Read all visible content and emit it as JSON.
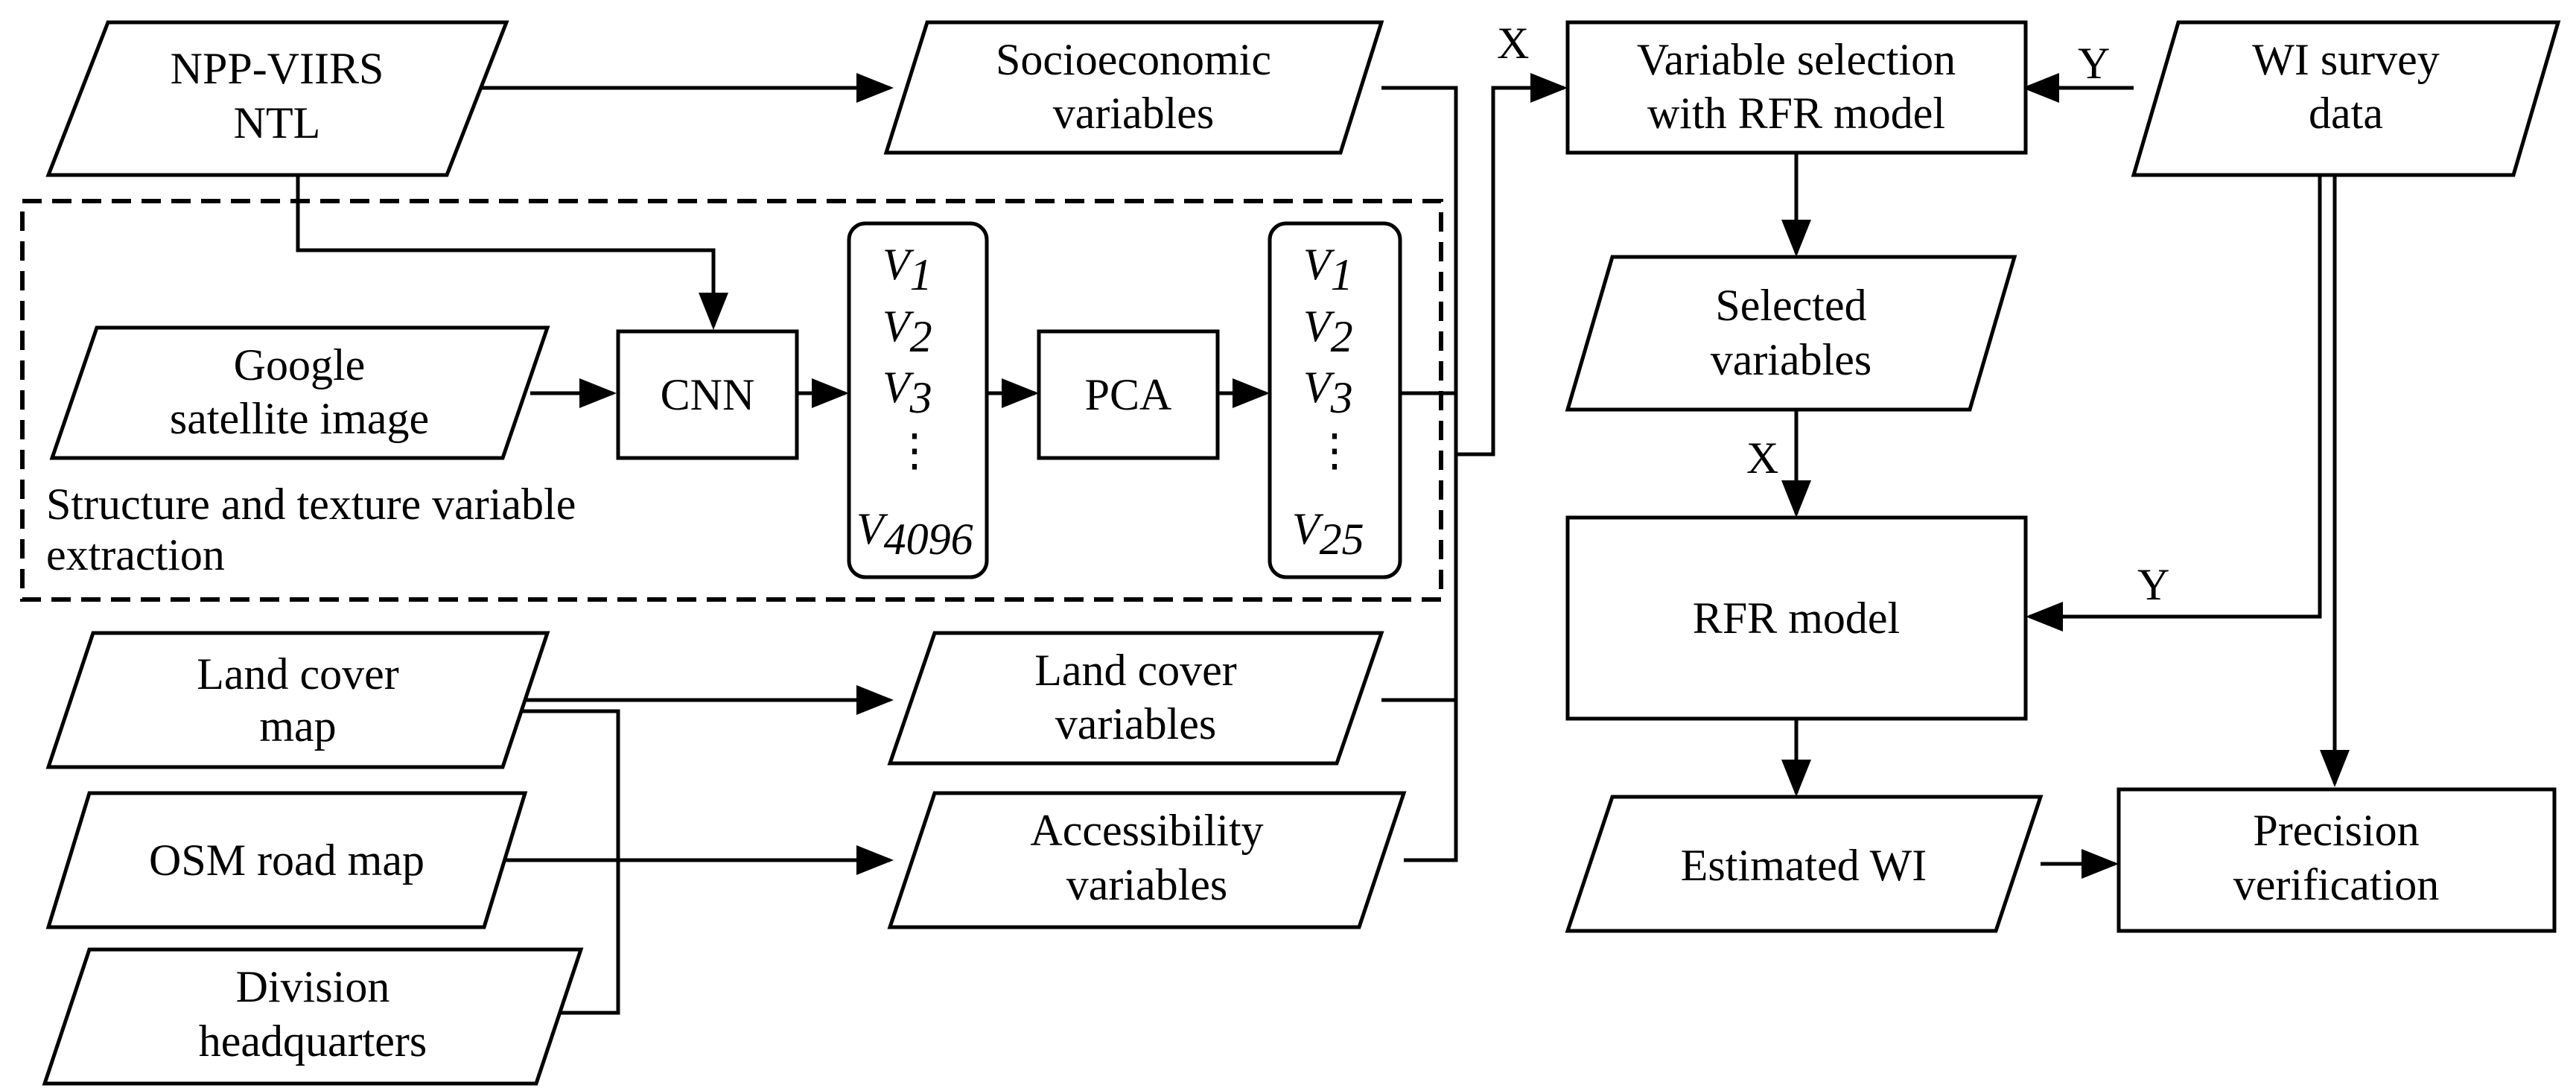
{
  "colors": {
    "stroke": "#000000",
    "background": "#ffffff"
  },
  "nodes": {
    "npp_viirs": {
      "line1": "NPP-VIIRS",
      "line2": "NTL"
    },
    "socioeconomic": {
      "line1": "Socioeconomic",
      "line2": "variables"
    },
    "google_image": {
      "line1": "Google",
      "line2": "satellite image"
    },
    "cnn": {
      "label": "CNN"
    },
    "pca": {
      "label": "PCA"
    },
    "features_4096": {
      "base": "V",
      "sub1": "1",
      "sub2": "2",
      "sub3": "3",
      "dots": "⋮",
      "sub_last": "4096"
    },
    "features_25": {
      "base": "V",
      "sub1": "1",
      "sub2": "2",
      "sub3": "3",
      "dots": "⋮",
      "sub_last": "25"
    },
    "extraction_group": {
      "line1": "Structure and texture variable",
      "line2": "extraction"
    },
    "land_cover_map": {
      "line1": "Land cover",
      "line2": "map"
    },
    "land_cover_vars": {
      "line1": "Land cover",
      "line2": "variables"
    },
    "osm_road": {
      "label": "OSM road map"
    },
    "accessibility": {
      "line1": "Accessibility",
      "line2": "variables"
    },
    "division_hq": {
      "line1": "Division",
      "line2": "headquarters"
    },
    "variable_selection": {
      "line1": "Variable selection",
      "line2": "with RFR model"
    },
    "wi_survey": {
      "line1": "WI survey",
      "line2": "data"
    },
    "selected_vars": {
      "line1": "Selected",
      "line2": "variables"
    },
    "rfr_model": {
      "label": "RFR model"
    },
    "estimated_wi": {
      "label": "Estimated WI"
    },
    "precision": {
      "line1": "Precision",
      "line2": "verification"
    }
  },
  "edge_labels": {
    "x_top": "X",
    "y_top": "Y",
    "x_mid": "X",
    "y_mid": "Y"
  }
}
